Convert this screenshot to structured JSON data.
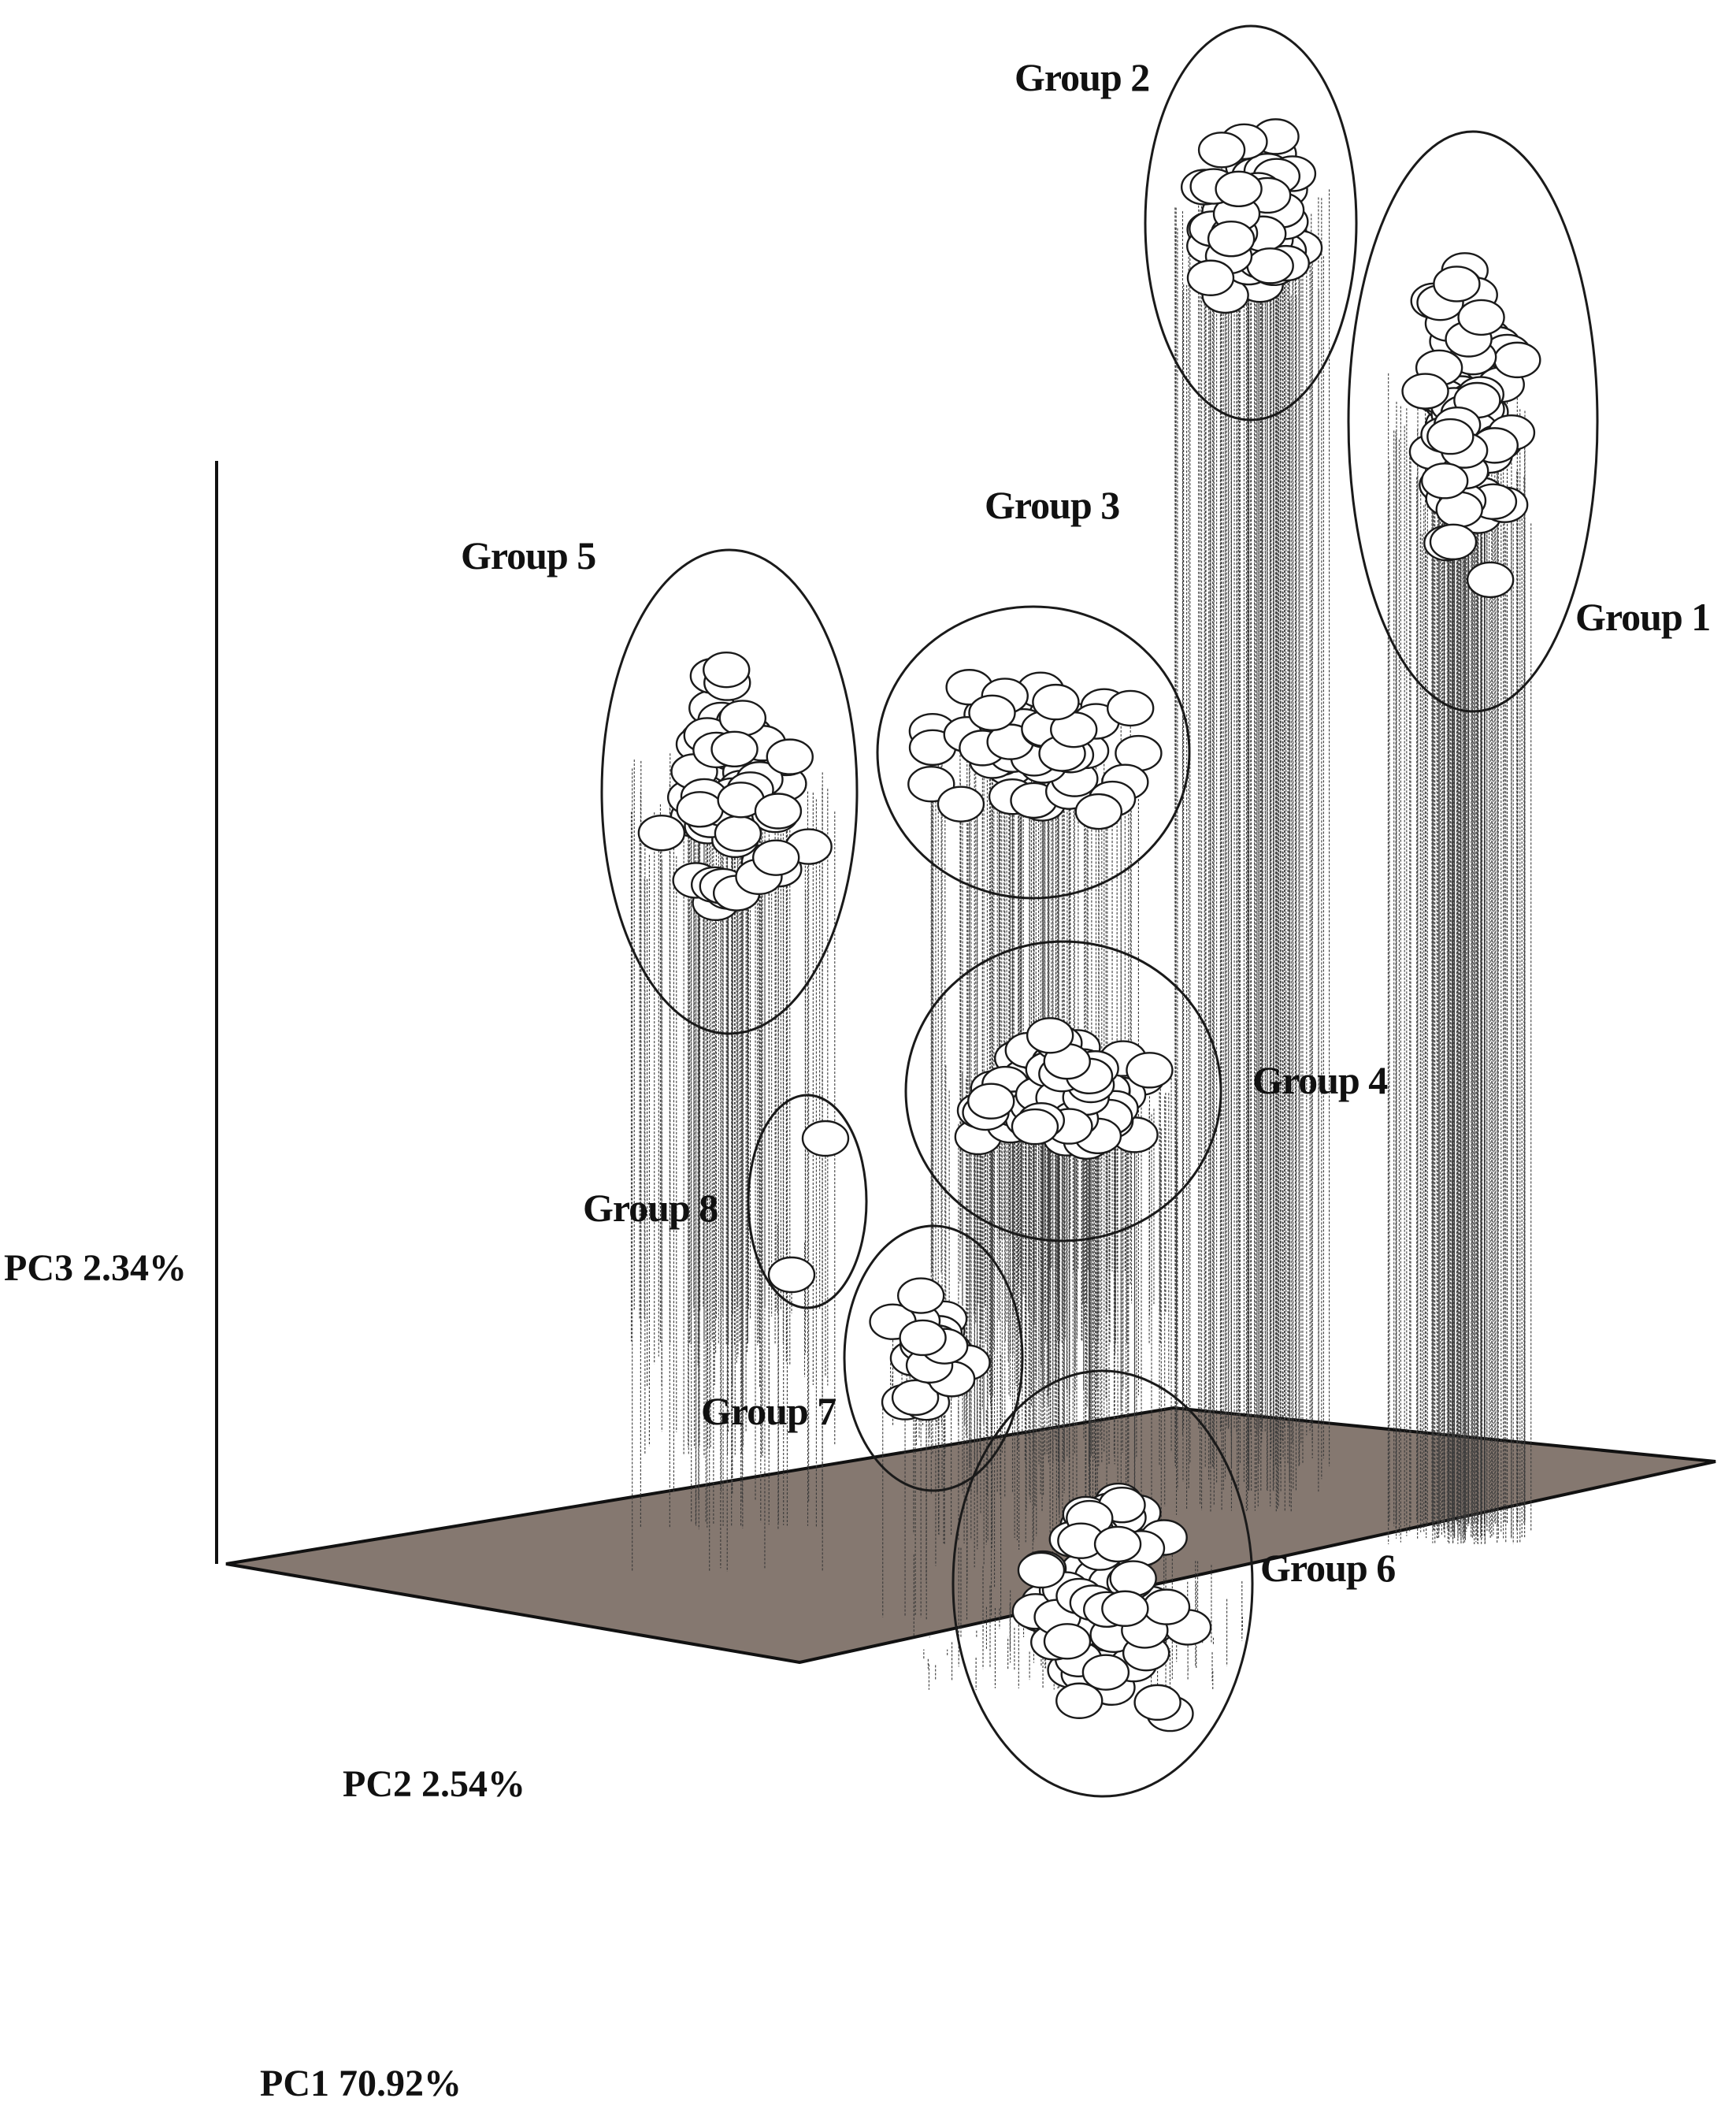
{
  "chart_data": {
    "type": "scatter",
    "projection": "3d",
    "axes": {
      "x": {
        "label": "PC1 70.92%"
      },
      "y": {
        "label": "PC2 2.54%"
      },
      "z": {
        "label": "PC3 2.34%"
      }
    },
    "grid": false,
    "floor_color": "#857870",
    "point_style": {
      "fill": "#ffffff",
      "stroke": "#1a1a1a"
    },
    "groups": [
      {
        "name": "Group 1"
      },
      {
        "name": "Group 2"
      },
      {
        "name": "Group 3"
      },
      {
        "name": "Group 4"
      },
      {
        "name": "Group 5"
      },
      {
        "name": "Group 6"
      },
      {
        "name": "Group 7"
      },
      {
        "name": "Group 8"
      }
    ]
  }
}
